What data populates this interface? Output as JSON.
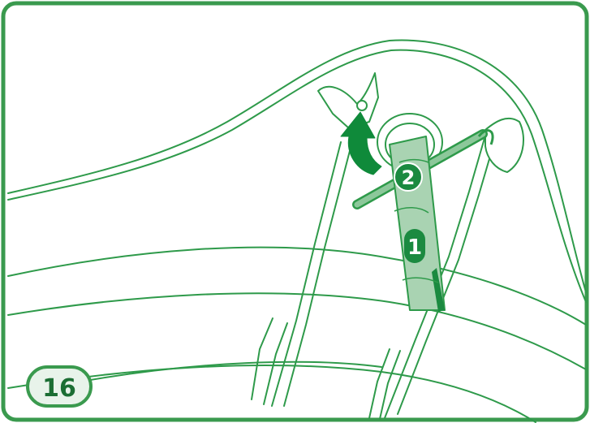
{
  "diagram": {
    "step_number": "16",
    "markers": {
      "first": "1",
      "second": "2"
    },
    "colors": {
      "line": "#2e9a4a",
      "frame": "#3a9a4e",
      "arrow": "#0f8a3a",
      "tab_fill": "#a9d3b2",
      "tab_dark": "#1b8a40",
      "pin_fill": "#8cc89a",
      "badge_bg": "#e8f3ea",
      "marker_text": "#ffffff"
    }
  }
}
